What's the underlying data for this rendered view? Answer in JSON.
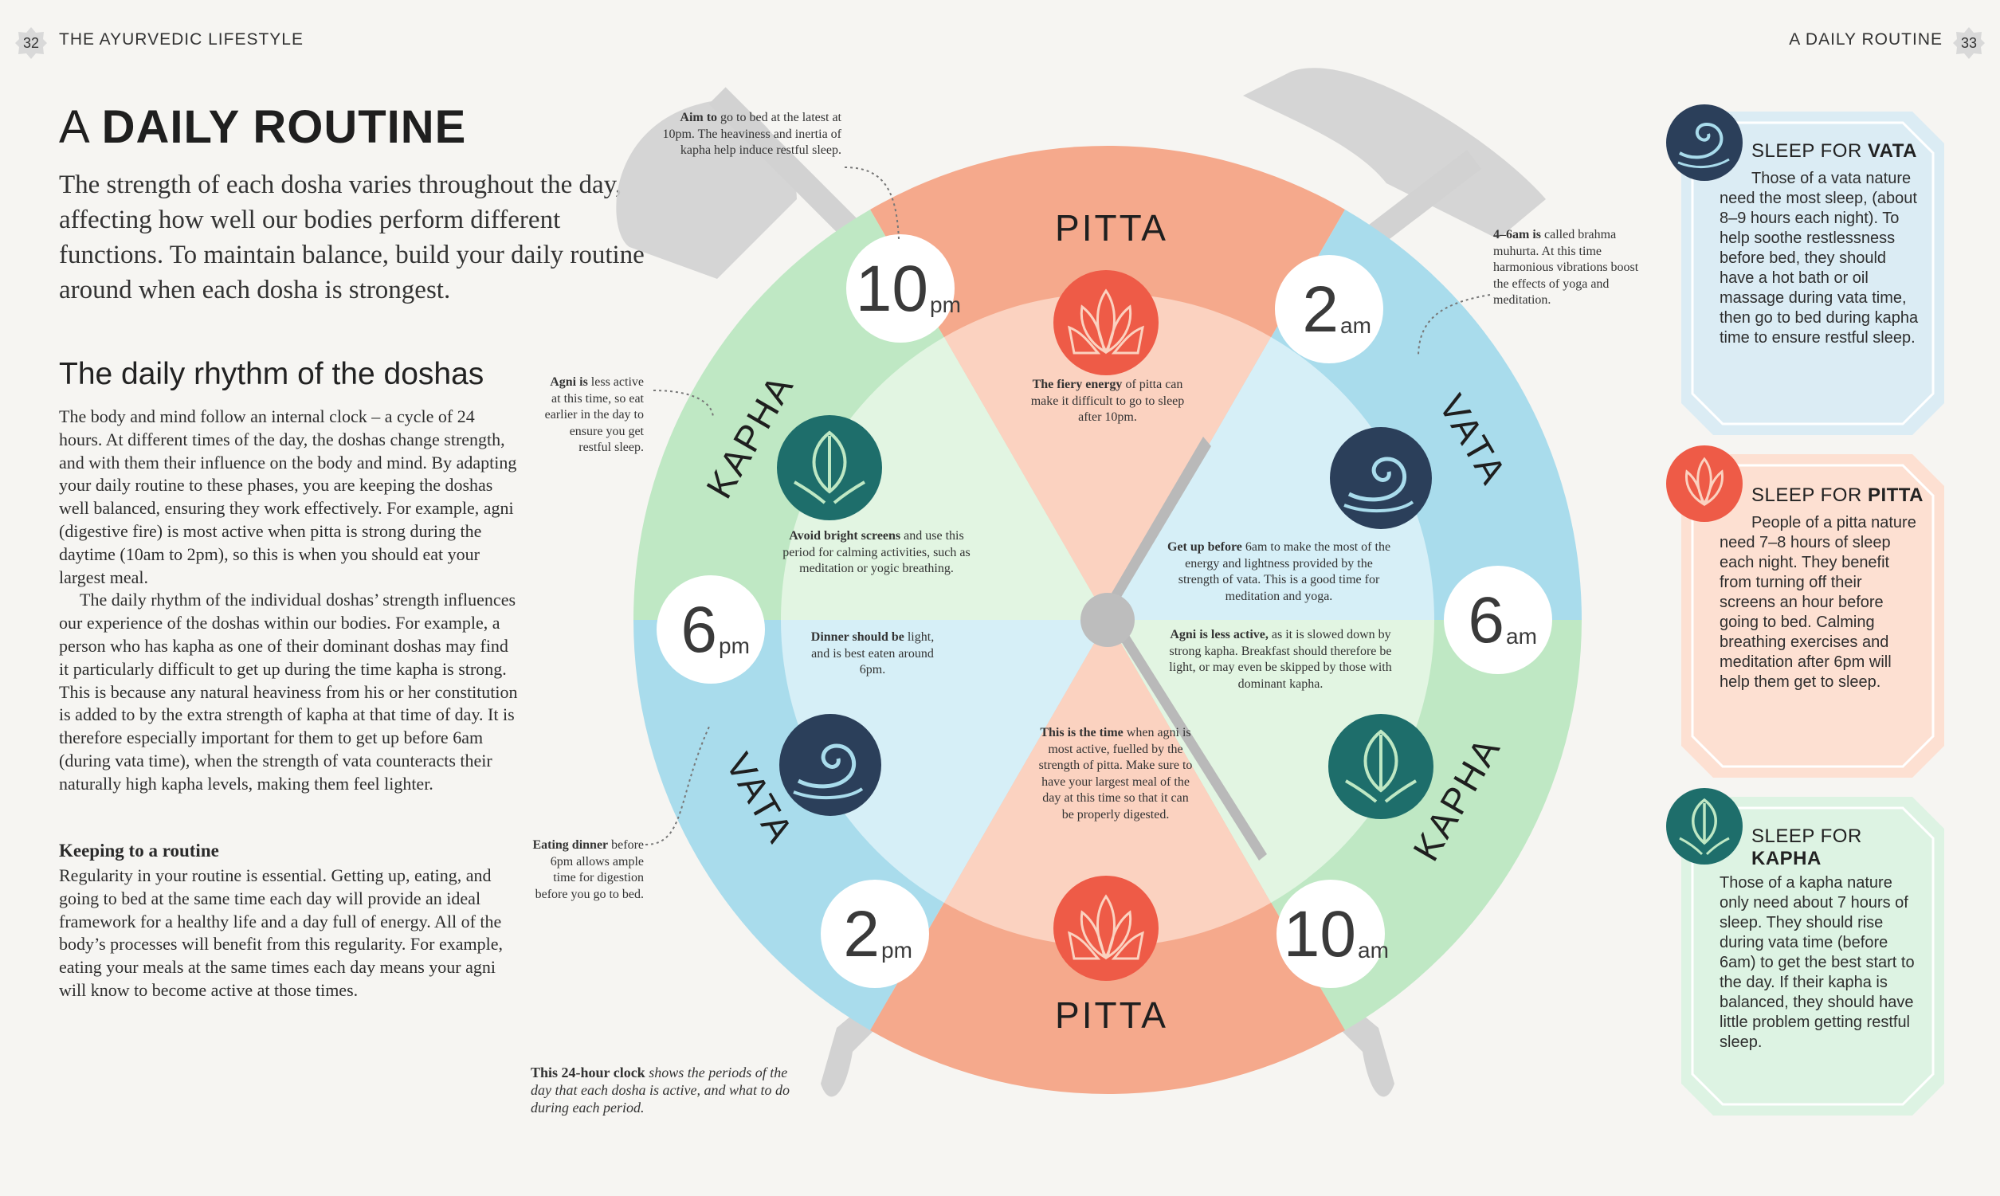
{
  "header": {
    "left_page_number": "32",
    "left_running_title": "THE AYURVEDIC LIFESTYLE",
    "right_running_title": "A DAILY ROUTINE",
    "right_page_number": "33"
  },
  "title": {
    "prefix": "A ",
    "bold": "DAILY ROUTINE"
  },
  "intro": "The strength of each dosha varies throughout the day, affecting how well our bodies perform different functions. To maintain balance, build your daily routine around when each dosha is strongest.",
  "section": {
    "heading": "The daily rhythm of the doshas",
    "paragraph1": "The body and mind follow an internal clock – a cycle of 24 hours. At different times of the day, the doshas change strength, and with them their influence on the body and mind. By adapting your daily routine to these phases, you are keeping the doshas well balanced, ensuring they work effectively. For example, agni (digestive fire) is most active when pitta is strong during the daytime (10am to 2pm), so this is when you should eat your largest meal.",
    "paragraph2": "The daily rhythm of the individual doshas’ strength influences our experience of the doshas within our bodies. For example, a person who has kapha as one of their dominant doshas may find it particularly difficult to get up during the time kapha is strong. This is because any natural heaviness from his or her constitution is added to by the extra strength of kapha at that time of day. It is therefore especially important for them to get up before 6am (during vata time), when the strength of vata counteracts their naturally high kapha levels, making them feel lighter.",
    "keeping_heading": "Keeping to a routine",
    "keeping_text": "Regularity in your routine is essential. Getting up, eating, and going to bed at the same time each day will provide an ideal framework for a healthy life and a day full of energy. All of the body’s processes will benefit from this regularity. For example, eating your meals at the same times each day means your agni will know to become active at those times."
  },
  "clock": {
    "times": {
      "t10pm": {
        "num": "10",
        "suffix": "pm"
      },
      "t2am": {
        "num": "2",
        "suffix": "am"
      },
      "t6am": {
        "num": "6",
        "suffix": "am"
      },
      "t10am": {
        "num": "10",
        "suffix": "am"
      },
      "t2pm": {
        "num": "2",
        "suffix": "pm"
      },
      "t6pm": {
        "num": "6",
        "suffix": "pm"
      }
    },
    "doshas": {
      "pitta_top": "PITTA",
      "vata_right": "VATA",
      "kapha_right": "KAPHA",
      "pitta_bottom": "PITTA",
      "vata_left": "VATA",
      "kapha_left": "KAPHA"
    },
    "colors": {
      "pitta": "#f5a98c",
      "pitta_inner": "#fbd2c0",
      "vata": "#a9dcec",
      "vata_inner": "#d6eff7",
      "kapha": "#bfe8c4",
      "kapha_inner": "#e2f5e2",
      "hands": "#c9c9c9",
      "pitta_icon": "#ee5b47",
      "vata_icon": "#2b3f5a",
      "kapha_icon": "#1e6e6b"
    }
  },
  "notes": {
    "aim_bold": "Aim to",
    "aim_text": " go to bed at the latest at 10pm. The heaviness and inertia of kapha help induce restful sleep.",
    "brahma_bold": "4–6am is",
    "brahma_text": " called brahma muhurta. At this time harmonious vibrations boost the effects of yoga and meditation.",
    "agni_less_bold": "Agni is",
    "agni_less_text": " less active at this time, so eat earlier in the day to ensure you get restful sleep.",
    "fiery_bold": "The fiery energy",
    "fiery_text": " of pitta can make it difficult to go to sleep after 10pm.",
    "screens_bold": "Avoid bright screens",
    "screens_text": " and use this period for calming activities, such as meditation or yogic breathing.",
    "getup_bold": "Get up before",
    "getup_text": " 6am to make the most of the energy and lightness provided by the strength of vata. This is a good time for meditation and yoga.",
    "dinner_bold": "Dinner should be",
    "dinner_text": " light, and is best eaten around 6pm.",
    "agni_slowed_bold": "Agni is less active,",
    "agni_slowed_text": " as it is slowed down by strong kapha. Breakfast should therefore be light, or may even be skipped by those with dominant kapha.",
    "time_bold": "This is the time",
    "time_text": " when agni is most active, fuelled by the strength of pitta. Make sure to have your largest meal of the day at this time so that it can be properly digested.",
    "eating_bold": "Eating dinner",
    "eating_text": " before 6pm allows ample time for digestion before you go to bed."
  },
  "caption": {
    "bold": "This 24-hour clock",
    "text": " shows the periods of the day that each dosha is active, and what to do during each period."
  },
  "sleep": {
    "vata": {
      "title_prefix": "SLEEP FOR ",
      "title_bold": "VATA",
      "text": "Those of a vata nature need the most sleep, (about 8–9 hours each night). To help soothe restlessness before bed, they should have a hot bath or oil massage during vata time, then go to bed during kapha time to ensure restful sleep.",
      "color": "#dbecf4"
    },
    "pitta": {
      "title_prefix": "SLEEP FOR ",
      "title_bold": "PITTA",
      "text": "People of a pitta nature need 7–8 hours of sleep each night. They benefit from turning off their screens an hour before going to bed. Calming breathing exercises and meditation after 6pm will help them get to sleep.",
      "color": "#fde0d2"
    },
    "kapha": {
      "title_prefix": "SLEEP FOR",
      "title_bold": "KAPHA",
      "text": "Those of a kapha nature only need about 7 hours of sleep. They should rise during vata time (before 6am) to get the best start to the day. If their kapha is balanced, they should have little problem getting restful sleep.",
      "color": "#ddf3e3"
    }
  }
}
